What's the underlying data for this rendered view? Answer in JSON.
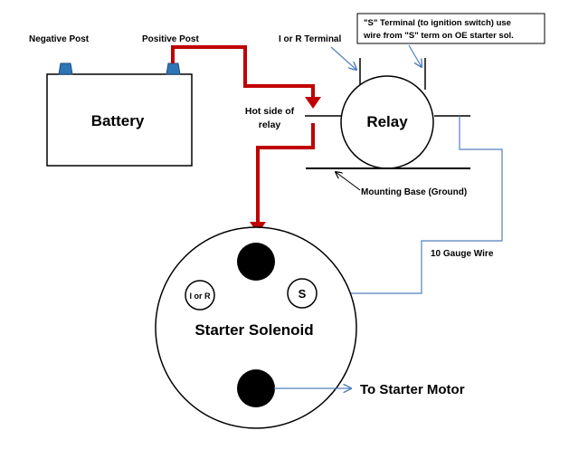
{
  "labels": {
    "negative_post": "Negative Post",
    "positive_post": "Positive Post",
    "battery": "Battery",
    "relay": "Relay",
    "i_or_r_terminal": "I or R Terminal",
    "s_terminal_note_line1": "\"S\" Terminal (to ignition switch) use",
    "s_terminal_note_line2": "wire from \"S\" term on OE starter sol.",
    "hot_side_line1": "Hot side of",
    "hot_side_line2": "relay",
    "mounting_base": "Mounting Base (Ground)",
    "gauge_wire": "10 Gauge Wire",
    "starter_solenoid": "Starter Solenoid",
    "solenoid_i_or_r": "I or R",
    "solenoid_s": "S",
    "to_starter_motor": "To Starter Motor"
  },
  "colors": {
    "power_wire": "#c00000",
    "signal_wire": "#4f81bd",
    "post_cap": "#2e75b6",
    "outline": "#000000"
  }
}
